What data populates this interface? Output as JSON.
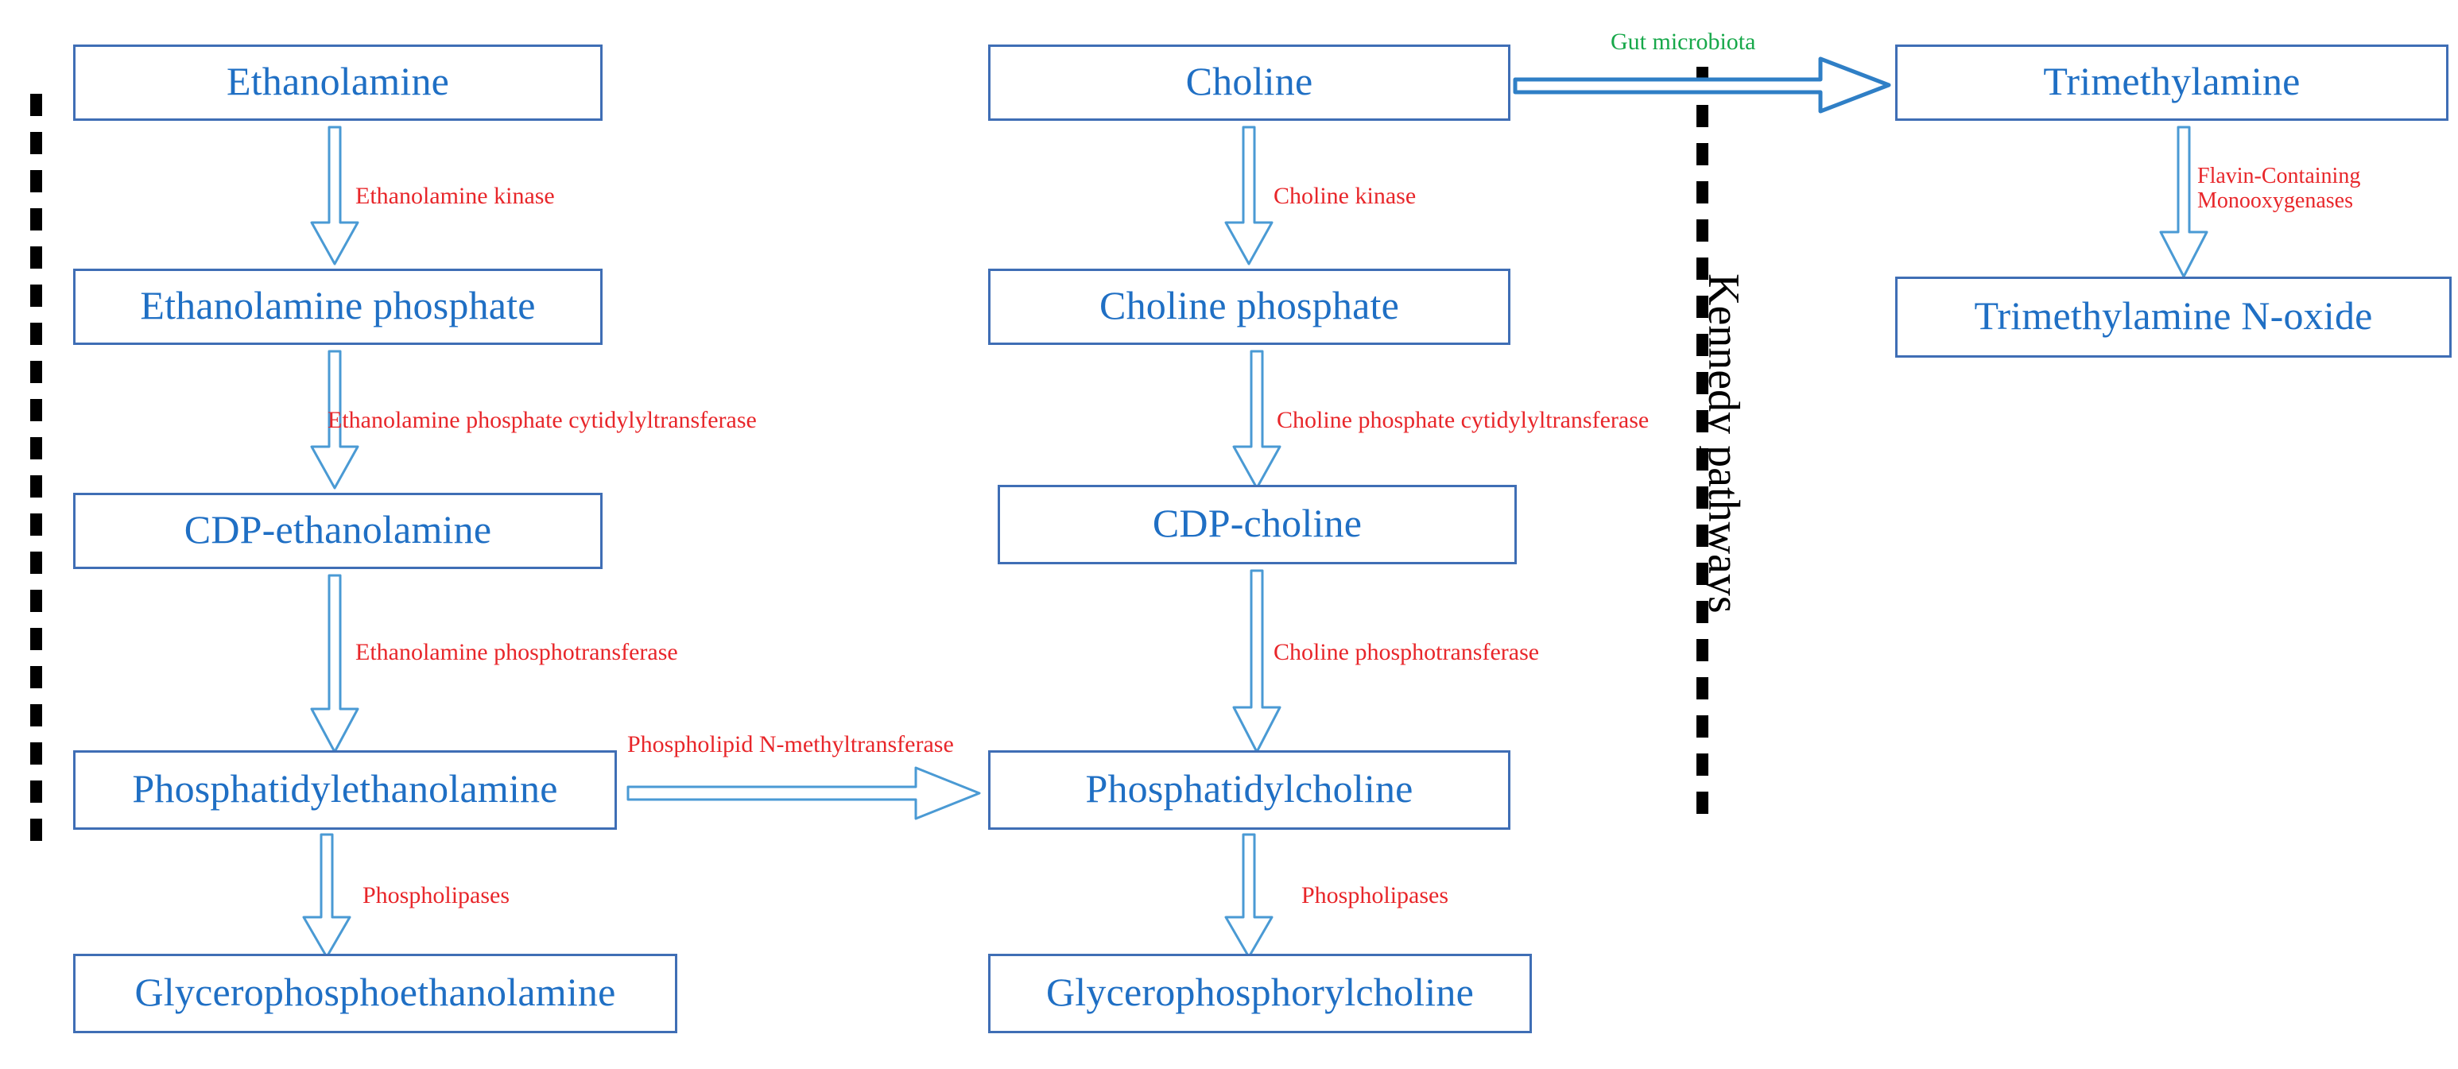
{
  "diagram": {
    "title": "Choline and ethanolamine Kennedy pathways with gut microbiota TMAO branch",
    "colors": {
      "node_border": "#3f6eb5",
      "node_text": "#1f6fc4",
      "enzyme_text": "#e8262a",
      "microbiota_text": "#17a84a",
      "arrow_stroke": "#4a9ad4",
      "divider": "#000000",
      "background": "#ffffff"
    }
  },
  "nodes": {
    "ethanolamine": "Ethanolamine",
    "ethanolamine_phosphate": "Ethanolamine phosphate",
    "cdp_ethanolamine": "CDP-ethanolamine",
    "phosphatidylethanolamine": "Phosphatidylethanolamine",
    "glycerophosphoethanolamine": "Glycerophosphoethanolamine",
    "choline": "Choline",
    "choline_phosphate": "Choline phosphate",
    "cdp_choline": "CDP-choline",
    "phosphatidylcholine": "Phosphatidylcholine",
    "glycerophosphorylcholine": "Glycerophosphorylcholine",
    "trimethylamine": "Trimethylamine",
    "trimethylamine_n_oxide": "Trimethylamine N-oxide"
  },
  "enzymes": {
    "ethanolamine_kinase": "Ethanolamine kinase",
    "ethanolamine_phosphate_cytidylyltransferase": "Ethanolamine phosphate cytidylyltransferase",
    "ethanolamine_phosphotransferase": "Ethanolamine phosphotransferase",
    "phospholipases_left": "Phospholipases",
    "choline_kinase": "Choline kinase",
    "choline_phosphate_cytidylyltransferase": "Choline phosphate cytidylyltransferase",
    "choline_phosphotransferase": "Choline phosphotransferase",
    "phospholipases_right": "Phospholipases",
    "phospholipid_n_methyltransferase": "Phospholipid N-methyltransferase",
    "flavin_containing_monooxygenases_line1": "Flavin-Containing",
    "flavin_containing_monooxygenases_line2": "Monooxygenases"
  },
  "annotations": {
    "gut_microbiota": "Gut microbiota",
    "kennedy_pathways": "Kennedy pathways"
  }
}
